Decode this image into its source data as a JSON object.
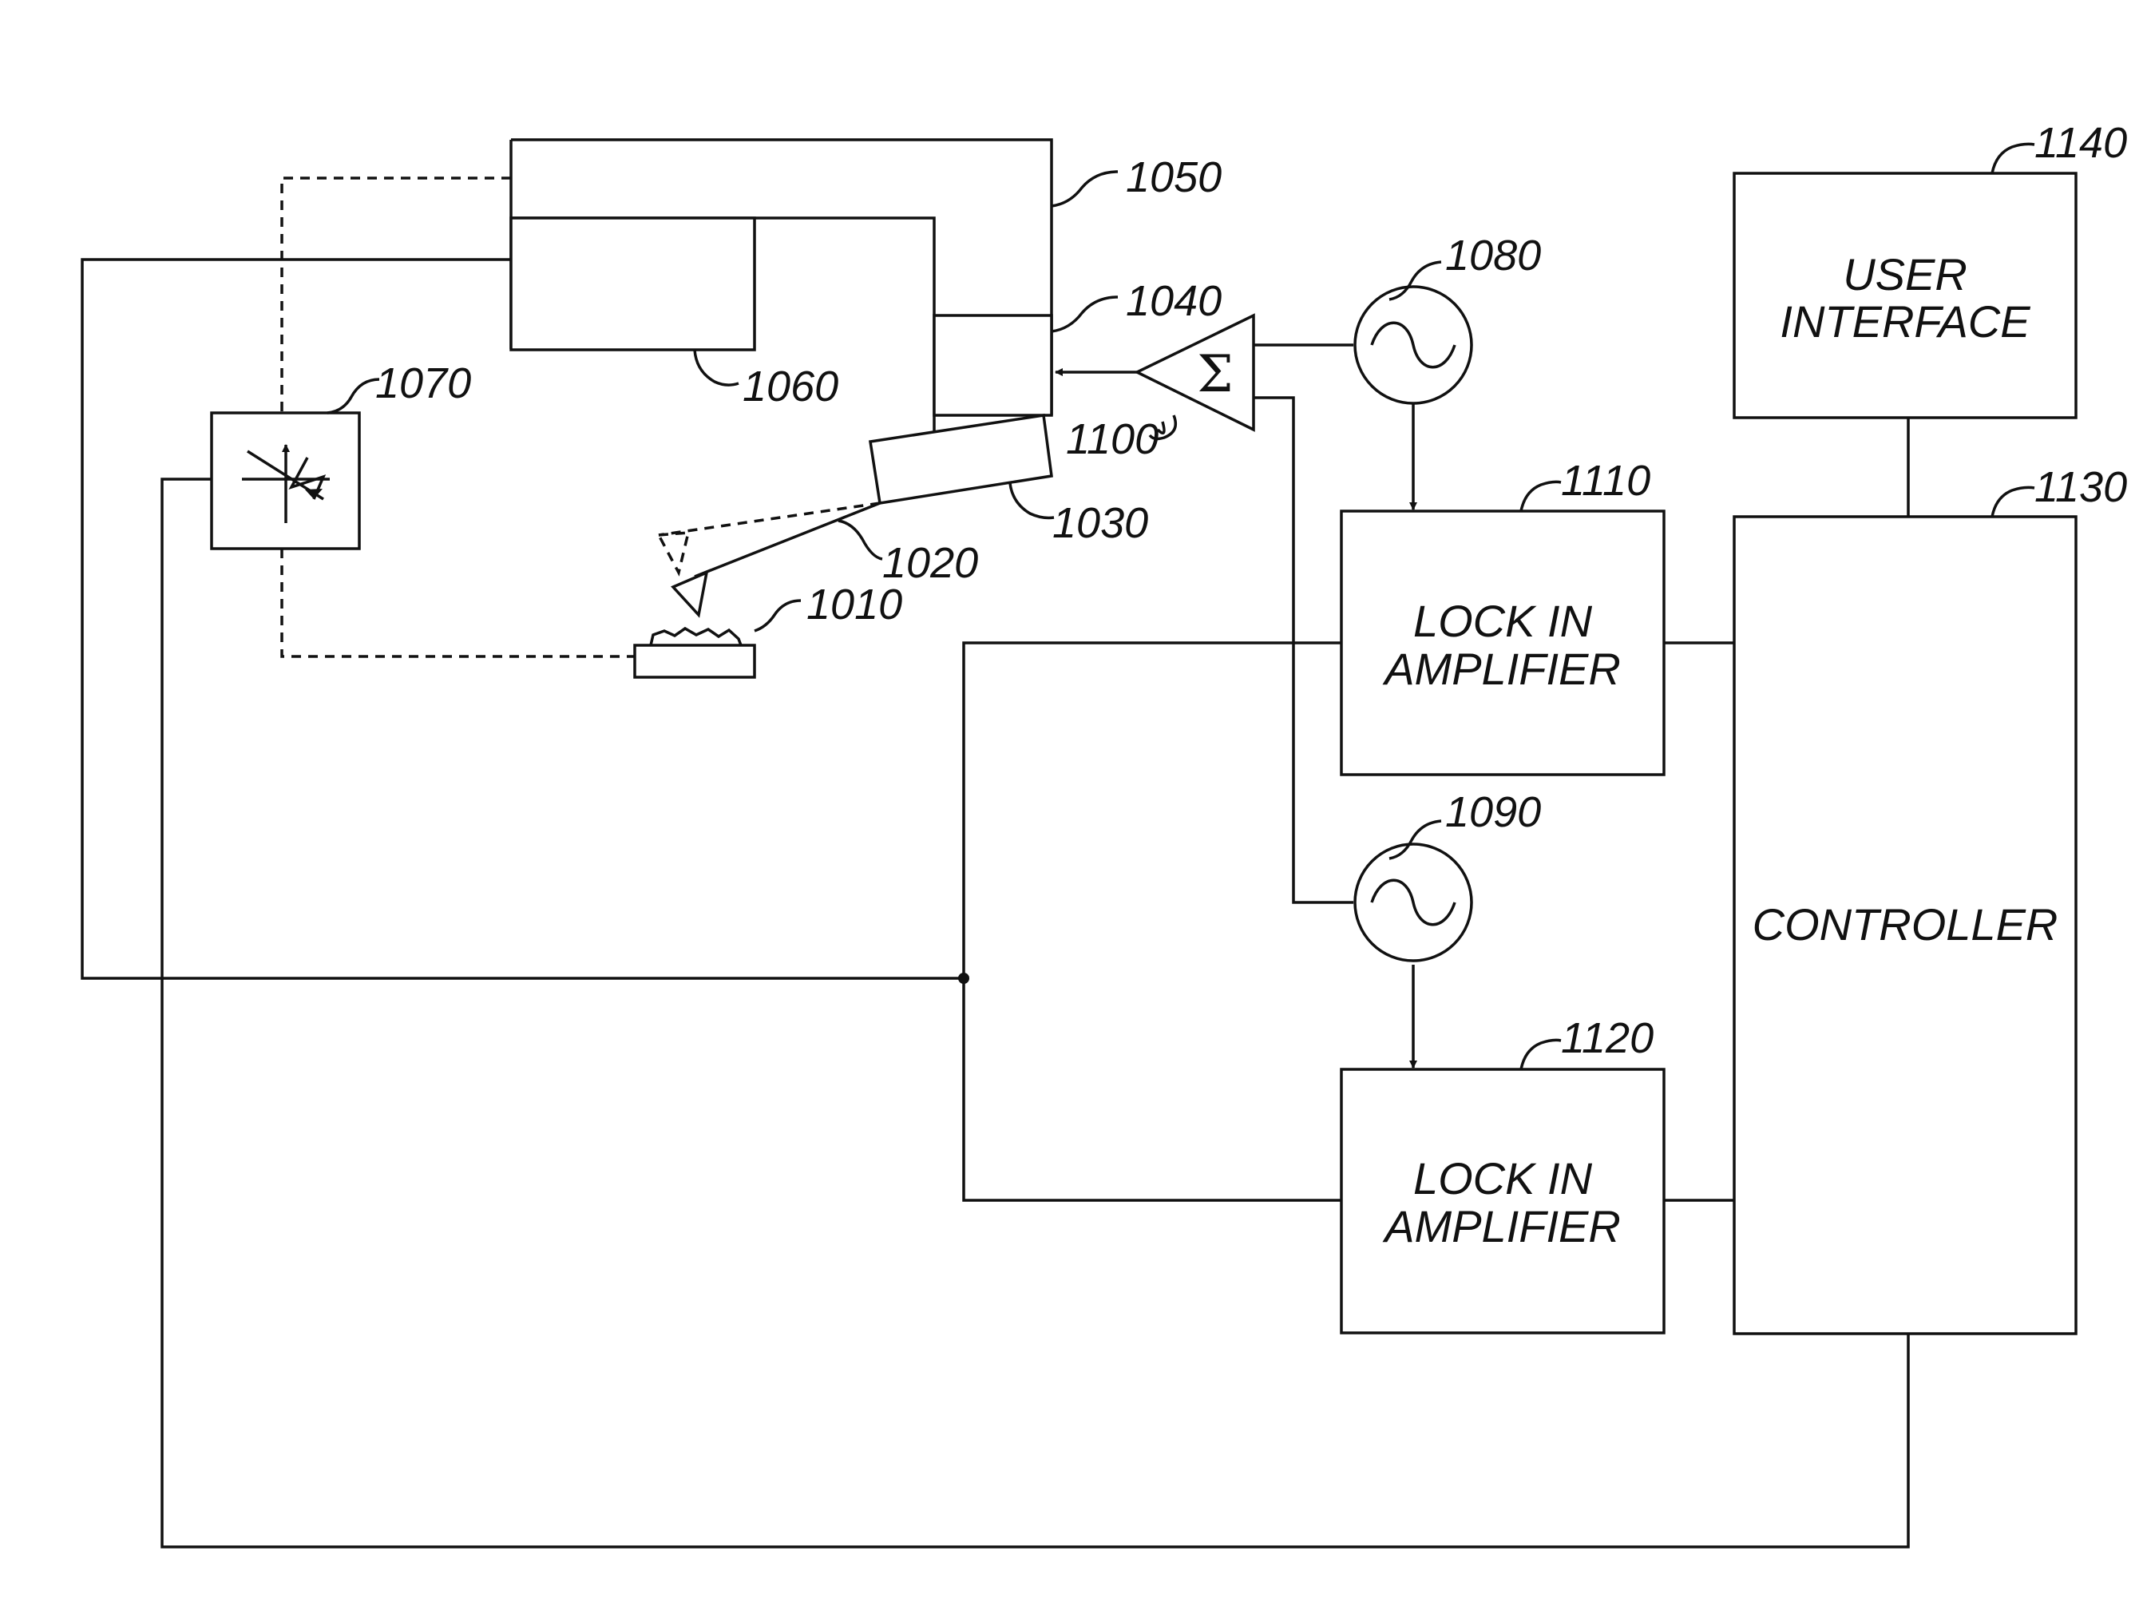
{
  "blocks": {
    "user_interface": [
      "USER",
      "INTERFACE"
    ],
    "controller": "CONTROLLER",
    "lock_in_1": [
      "LOCK IN",
      "AMPLIFIER"
    ],
    "lock_in_2": [
      "LOCK IN",
      "AMPLIFIER"
    ],
    "summer_symbol": "Σ"
  },
  "refs": {
    "r1010": "1010",
    "r1020": "1020",
    "r1030": "1030",
    "r1040": "1040",
    "r1050": "1050",
    "r1060": "1060",
    "r1070": "1070",
    "r1080": "1080",
    "r1090": "1090",
    "r1100": "1100",
    "r1110": "1110",
    "r1120": "1120",
    "r1130": "1130",
    "r1140": "1140"
  }
}
